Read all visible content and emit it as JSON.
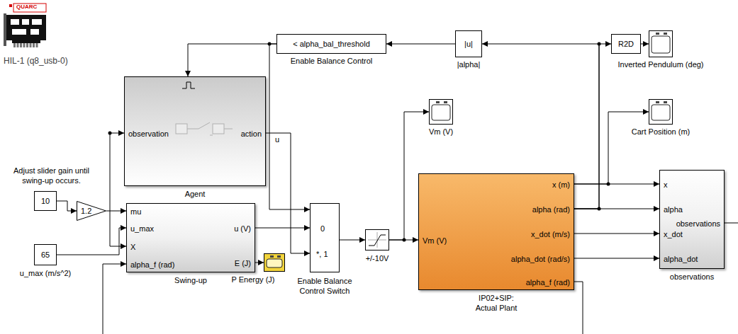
{
  "diagram": {
    "nodes": [
      {
        "text": [
          "QUARC",
          "HIL-1 (q8_usb-0)"
        ]
      },
      {
        "text": [
          "< alpha_bal_threshold",
          "Enable Balance Control"
        ]
      },
      {
        "text": [
          "|u|",
          "|alpha|"
        ]
      },
      {
        "text": [
          "R2D"
        ]
      },
      {
        "text": [
          "Inverted Pendulum (deg)"
        ]
      },
      {
        "text": [
          "observation",
          "action",
          "Agent"
        ]
      },
      {
        "text": [
          "Vm (V)"
        ]
      },
      {
        "text": [
          "Cart Position (m)"
        ]
      },
      {
        "text": [
          "x",
          "alpha",
          "x_dot",
          "alpha_dot",
          "observations",
          "observations"
        ]
      },
      {
        "text": [
          "10"
        ]
      },
      {
        "text": [
          "1.2"
        ]
      },
      {
        "text": [
          "mu",
          "u_max",
          "X",
          "alpha_f (rad)",
          "u (V)",
          "E (J)",
          "Swing-up"
        ]
      },
      {
        "text": [
          "P Energy (J)"
        ]
      },
      {
        "text": [
          "65",
          "u_max (m/s^2)"
        ]
      },
      {
        "text": [
          "0",
          "*, 1",
          "Enable Balance Control Switch"
        ]
      },
      {
        "text": [
          "+/-10V"
        ]
      },
      {
        "text": [
          "Vm (V)",
          "x (m)",
          "alpha (rad)",
          "x_dot (m/s)",
          "alpha_dot (rad/s)",
          "alpha_f (rad)",
          "IP02+SIP: Actual Plant"
        ]
      }
    ],
    "edges": [
      {
        "from": 16,
        "to": 2,
        "arrow": "to"
      },
      {
        "from": 16,
        "to": 3,
        "arrow": "to"
      },
      {
        "from": 16,
        "to": 8,
        "arrow": "to"
      },
      {
        "from": 2,
        "to": 1,
        "arrow": "to"
      },
      {
        "from": 1,
        "to": 5,
        "arrow": "to"
      },
      {
        "from": 1,
        "to": 14,
        "arrow": "to"
      },
      {
        "from": 3,
        "to": 4,
        "arrow": "to"
      },
      {
        "from": 16,
        "to": 7,
        "arrow": "to"
      },
      {
        "from": 16,
        "to": 8,
        "arrow": "to"
      },
      {
        "from": 16,
        "to": 8,
        "arrow": "to"
      },
      {
        "from": 16,
        "to": 8,
        "arrow": "to"
      },
      {
        "from": 9,
        "to": 10,
        "arrow": "to"
      },
      {
        "from": 10,
        "to": 11,
        "arrow": "to"
      },
      {
        "from": 13,
        "to": 11,
        "arrow": "to"
      },
      {
        "from": 5,
        "to": 14,
        "label": "u",
        "arrow": "to"
      },
      {
        "from": 11,
        "to": 14,
        "arrow": "to"
      },
      {
        "from": 11,
        "to": 12,
        "arrow": "to"
      },
      {
        "from": 14,
        "to": 15,
        "arrow": "to"
      },
      {
        "from": 15,
        "to": 16,
        "arrow": "to"
      },
      {
        "from": 15,
        "to": 6,
        "arrow": "to"
      }
    ],
    "labels": [
      "Adjust slider gain until swing-up occurs."
    ]
  }
}
